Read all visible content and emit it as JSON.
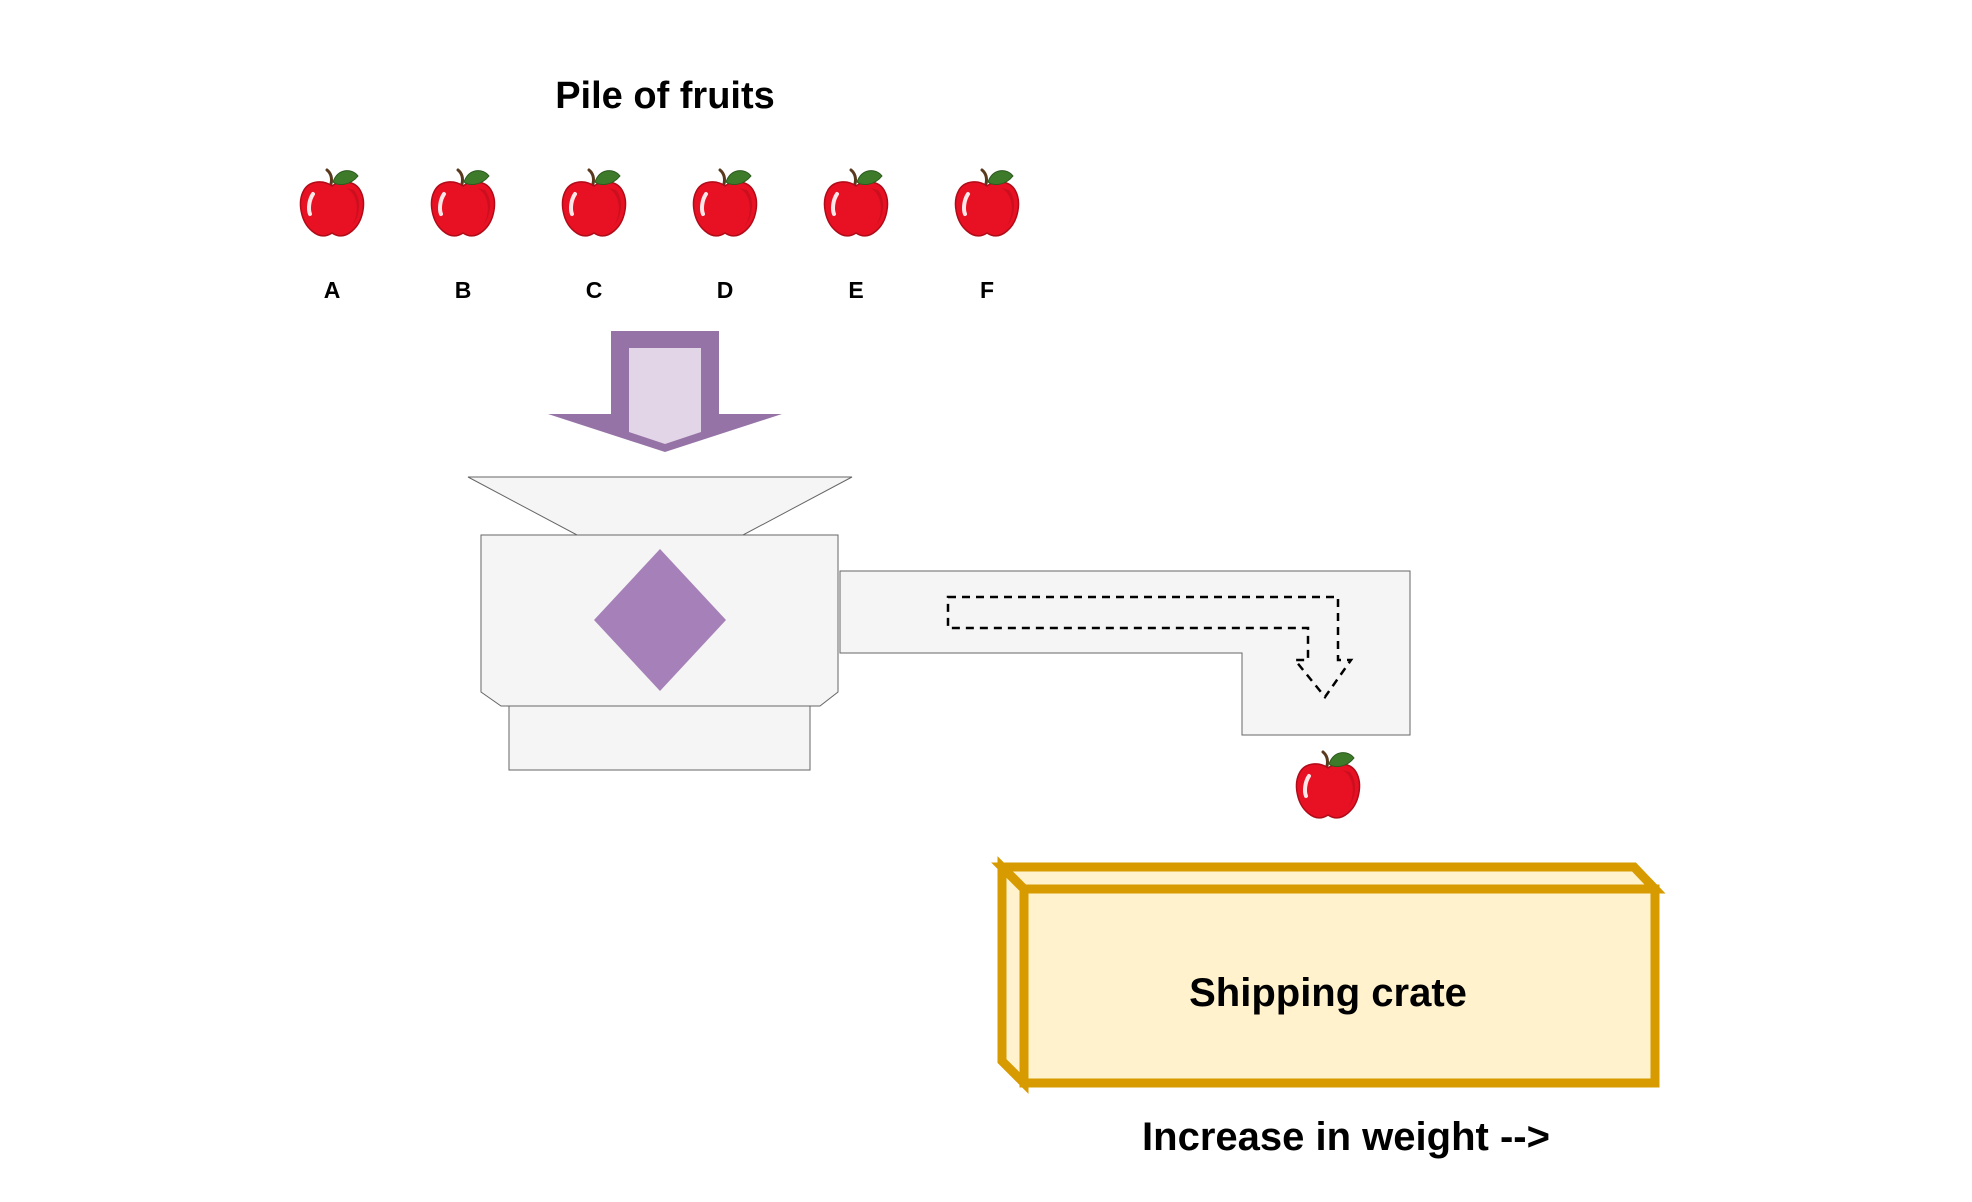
{
  "title": "Pile of fruits",
  "fruits": [
    {
      "label": "A",
      "icon": "apple-icon"
    },
    {
      "label": "B",
      "icon": "apple-icon"
    },
    {
      "label": "C",
      "icon": "apple-icon"
    },
    {
      "label": "D",
      "icon": "apple-icon"
    },
    {
      "label": "E",
      "icon": "apple-icon"
    },
    {
      "label": "F",
      "icon": "apple-icon"
    }
  ],
  "output_fruit": {
    "icon": "apple-icon"
  },
  "crate": {
    "label": "Shipping crate"
  },
  "caption": "Increase in weight -->",
  "colors": {
    "arrow_border": "#9673a6",
    "arrow_fill": "#e1d5e7",
    "diamond": "#a680b8",
    "machine_fill": "#f5f5f5",
    "machine_stroke": "#666666",
    "crate_border": "#d79b00",
    "crate_fill": "#fff2cc",
    "apple_red": "#e81123",
    "apple_leaf": "#3d7a2a"
  }
}
